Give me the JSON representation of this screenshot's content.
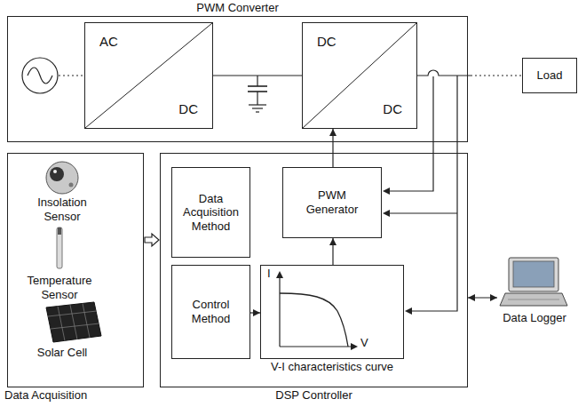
{
  "diagram": {
    "nodes": [
      {
        "text": [
          "PWM Converter"
        ]
      },
      {
        "text": [
          "AC",
          "DC"
        ],
        "in": 0
      },
      {
        "text": [
          "DC",
          "DC"
        ],
        "in": 0
      },
      {
        "text": [
          "Load"
        ]
      },
      {
        "text": [
          "Data Acquisition"
        ]
      },
      {
        "text": [
          "DSP Controller"
        ]
      },
      {
        "text": [
          "Data Acquisition Method"
        ],
        "in": 5
      },
      {
        "text": [
          "Control Method"
        ],
        "in": 5
      },
      {
        "text": [
          "PWM Generator"
        ],
        "in": 5
      },
      {
        "text": [
          "V-I characteristics curve"
        ],
        "in": 5
      },
      {
        "text": [
          "Data Logger"
        ]
      }
    ],
    "edges": [
      {
        "from": 1,
        "to": 2,
        "arrow": "none"
      },
      {
        "from": 2,
        "to": 3,
        "arrow": "none"
      },
      {
        "from": 4,
        "to": 5,
        "arrow": "to"
      },
      {
        "from": 7,
        "to": 9,
        "arrow": "to"
      },
      {
        "from": 9,
        "to": 8,
        "arrow": "to"
      },
      {
        "from": 8,
        "to": 2,
        "arrow": "to"
      },
      {
        "from": 5,
        "to": 10,
        "arrow": "both"
      }
    ],
    "labels": [
      "Insolation Sensor",
      "Temperature Sensor",
      "Solar Cell",
      "I",
      "V"
    ]
  }
}
